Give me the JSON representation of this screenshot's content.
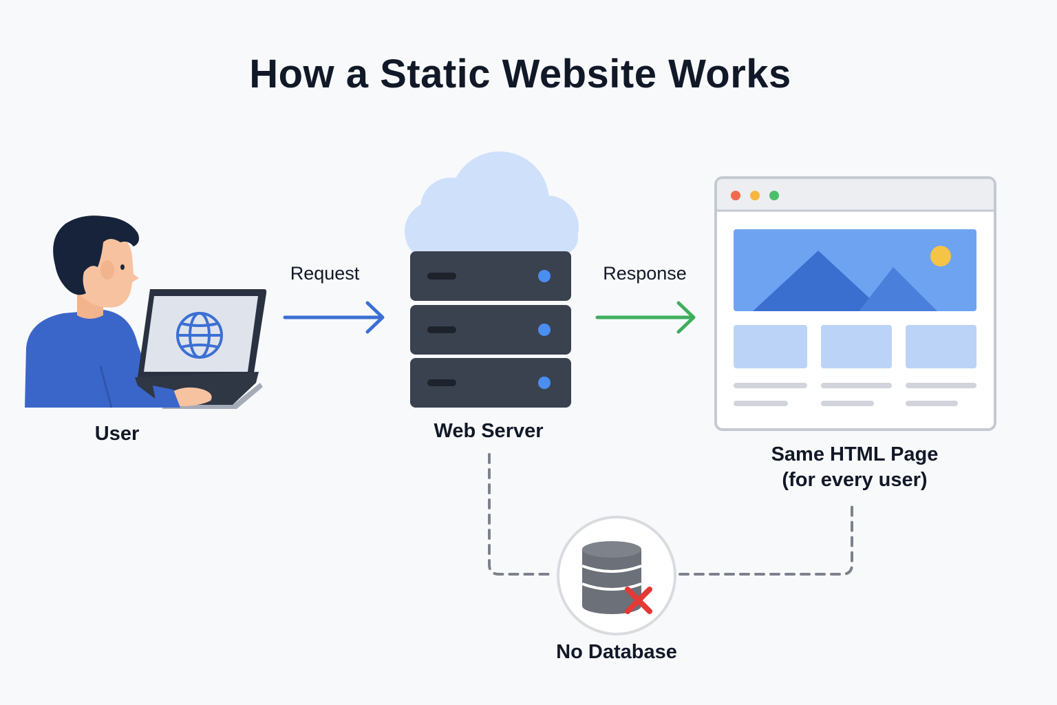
{
  "title": "How a Static Website Works",
  "nodes": {
    "user": "User",
    "server": "Web Server",
    "page": {
      "line1": "Same HTML Page",
      "line2": "(for every user)"
    },
    "database": "No Database"
  },
  "edges": {
    "request": "Request",
    "response": "Response"
  },
  "colors": {
    "background": "#f8f9fb",
    "request_arrow": "#3b6fd4",
    "response_arrow": "#3fae5c",
    "server_body": "#3a4250",
    "server_led": "#4a8ef0",
    "cloud": "#cfe0fb",
    "user_shirt": "#3b66c9",
    "no_database_cross": "#e53935",
    "dashed_line": "#7c818c"
  },
  "icons": {
    "user": "person-with-laptop-icon",
    "laptop_screen": "globe-icon",
    "server": "server-rack-icon",
    "cloud": "cloud-icon",
    "page": "browser-window-icon",
    "database": "database-icon",
    "no_database": "cross-icon"
  }
}
